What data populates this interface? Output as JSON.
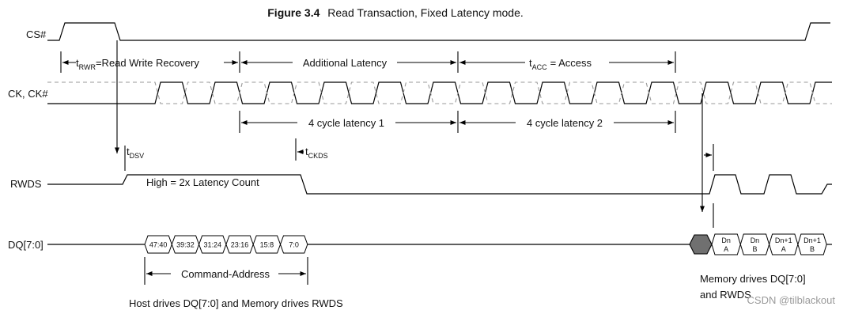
{
  "figure": {
    "number": "Figure 3.4",
    "caption": "Read Transaction, Fixed Latency mode."
  },
  "signals": {
    "cs": "CS#",
    "ck": "CK, CK#",
    "rwds": "RWDS",
    "dq": "DQ[7:0]"
  },
  "timing": {
    "t_rwr": "t",
    "t_rwr_sub": "RWR",
    "t_rwr_text": "=Read Write Recovery",
    "additional_latency": "Additional Latency",
    "t_acc": "t",
    "t_acc_sub": "ACC",
    "t_acc_text": "= Access",
    "latency1": "4 cycle latency 1",
    "latency2": "4 cycle latency 2",
    "t_dsv": "t",
    "t_dsv_sub": "DSV",
    "t_ckds": "t",
    "t_ckds_sub": "CKDS"
  },
  "rwds_note": "High = 2x Latency Count",
  "command_address_cells": [
    "47:40",
    "39:32",
    "31:24",
    "23:16",
    "15:8",
    "7:0"
  ],
  "data_cells": [
    {
      "top": "Dn",
      "bottom": "A"
    },
    {
      "top": "Dn",
      "bottom": "B"
    },
    {
      "top": "Dn+1",
      "bottom": "A"
    },
    {
      "top": "Dn+1",
      "bottom": "B"
    }
  ],
  "command_address_label": "Command-Address",
  "host_note": "Host drives DQ[7:0] and Memory drives RWDS",
  "memory_note_line1": "Memory drives DQ[7:0]",
  "memory_note_line2": "and RWDS",
  "watermark": "CSDN @tilblackout",
  "colors": {
    "turnaround_fill": "#707070"
  }
}
